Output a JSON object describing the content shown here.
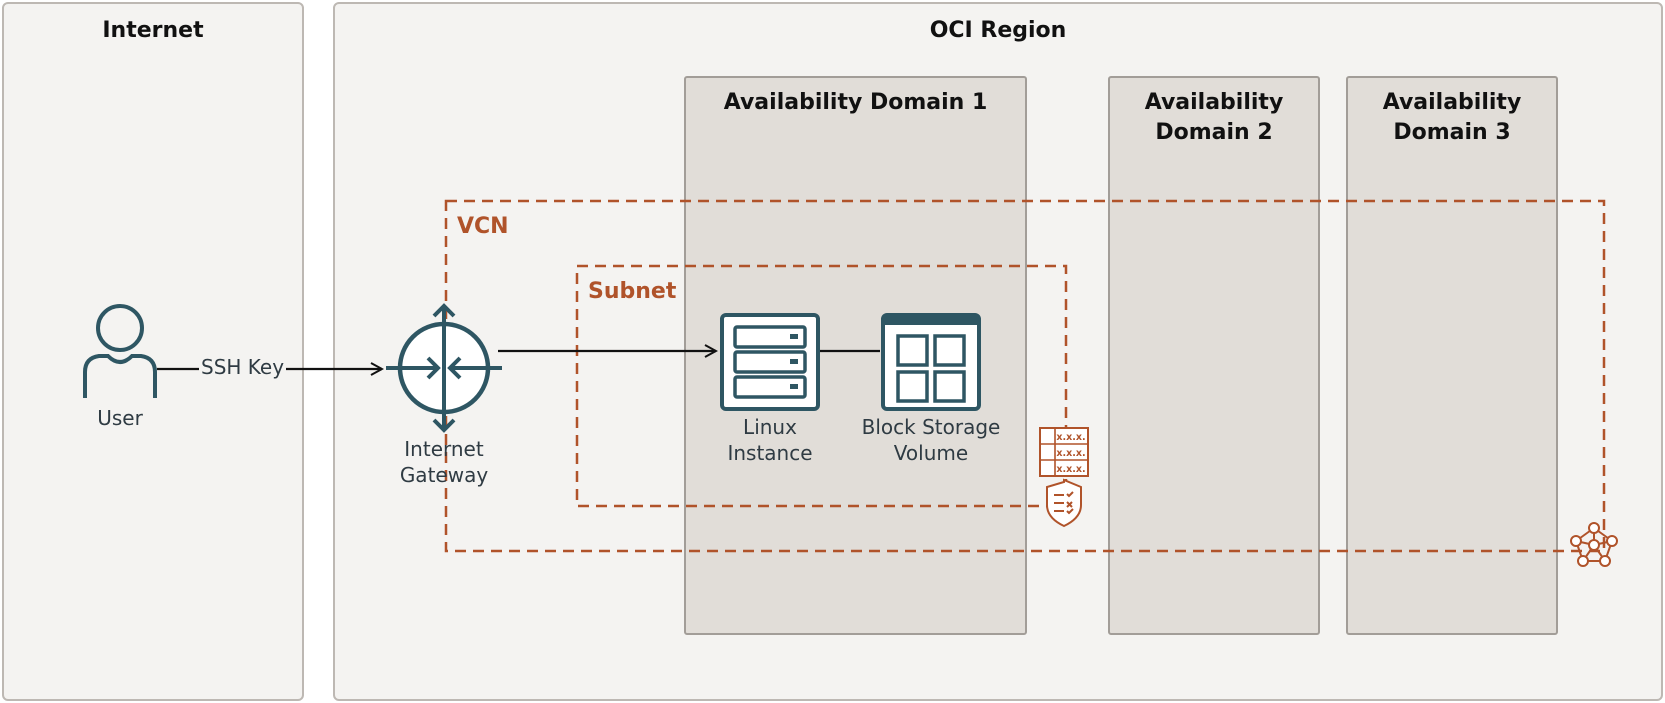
{
  "panels": {
    "internet": {
      "title": "Internet"
    },
    "region": {
      "title": "OCI Region"
    }
  },
  "domains": [
    {
      "title": "Availability Domain 1",
      "lines": [
        "Availability Domain 1"
      ]
    },
    {
      "title": "Availability Domain 2",
      "lines": [
        "Availability",
        "Domain 2"
      ]
    },
    {
      "title": "Availability Domain 3",
      "lines": [
        "Availability",
        "Domain 3"
      ]
    }
  ],
  "network": {
    "vcn_label": "VCN",
    "subnet_label": "Subnet"
  },
  "nodes": {
    "user": {
      "label": "User"
    },
    "gateway": {
      "lines": [
        "Internet",
        "Gateway"
      ]
    },
    "instance": {
      "lines": [
        "Linux",
        "Instance"
      ]
    },
    "volume": {
      "lines": [
        "Block Storage",
        "Volume"
      ]
    }
  },
  "connectors": {
    "ssh_label": "SSH Key"
  },
  "security_list": {
    "rows": [
      "x.x.x.",
      "x.x.x.",
      "x.x.x."
    ]
  },
  "colors": {
    "panel_bg": "#f4f3f1",
    "domain_bg": "#e1ddd8",
    "network_orange": "#b0532a",
    "icon_teal": "#2e5663"
  }
}
